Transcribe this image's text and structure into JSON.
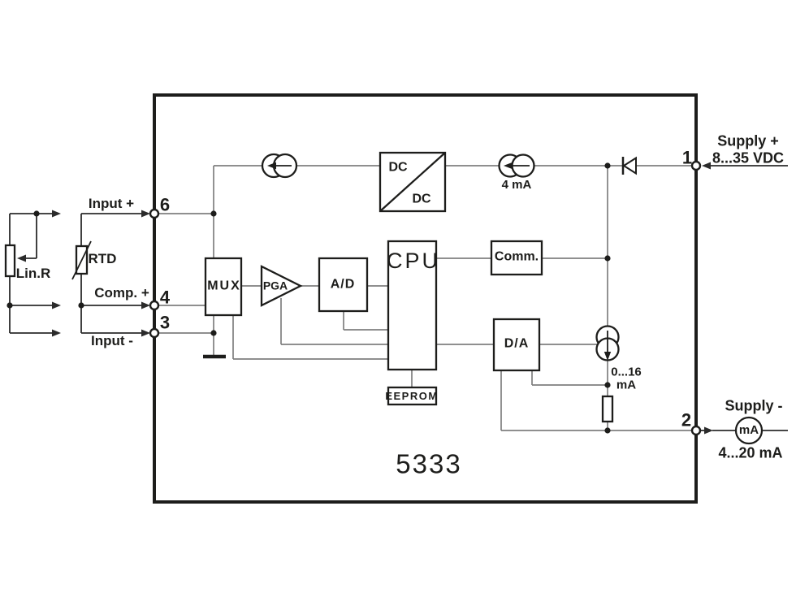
{
  "model_label": "5333",
  "external": {
    "input_plus": "Input +",
    "comp_plus": "Comp. +",
    "input_minus": "Input -",
    "rtd": "RTD",
    "lin_r": "Lin.R",
    "supply_plus": "Supply +",
    "supply_plus_range": "8...35 VDC",
    "supply_minus": "Supply -",
    "loop_range": "4...20 mA",
    "meter": "mA"
  },
  "terminals": {
    "input_plus": "6",
    "comp_plus": "4",
    "input_minus": "3",
    "supply_plus": "1",
    "supply_minus": "2"
  },
  "blocks": {
    "mux": "MUX",
    "pga": "PGA",
    "adc": "A/D",
    "cpu": "CPU",
    "comm": "Comm.",
    "dac": "D/A",
    "eeprom": "EEPROM",
    "dcdc_in": "DC",
    "dcdc_out": "DC"
  },
  "currents": {
    "supply": "4 mA",
    "output_line1": "0...16",
    "output_line2": "mA"
  },
  "colors": {
    "background": "#ffffff",
    "wire_inner": "#7f7f7f",
    "wire_outer": "#2b2b2b",
    "component_stroke": "#1d1d1b"
  }
}
